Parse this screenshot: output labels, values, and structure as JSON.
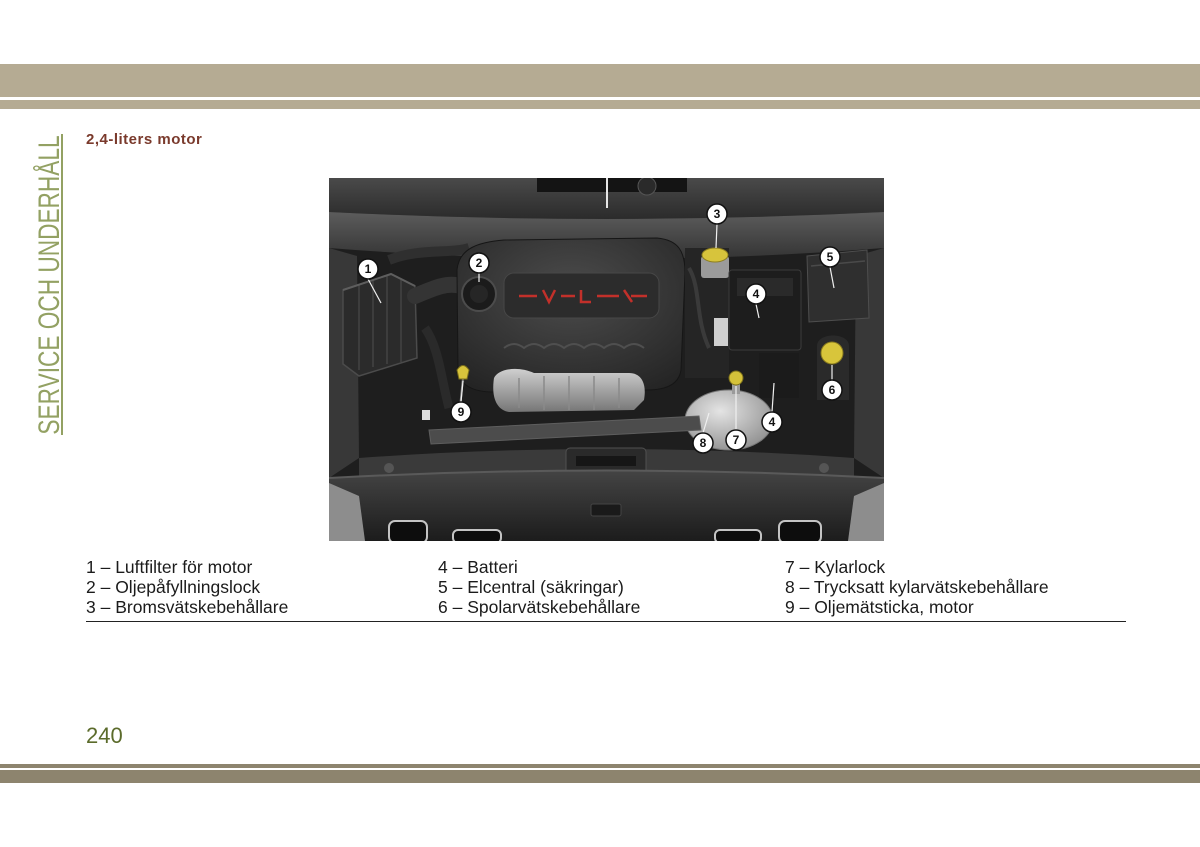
{
  "side_title": "SERVICE OCH UNDERHÅLL",
  "heading": "2,4-liters motor",
  "figure": {
    "callouts": [
      "1",
      "2",
      "3",
      "4",
      "5",
      "6",
      "7",
      "8",
      "9",
      "4"
    ]
  },
  "legend": {
    "items": [
      "1 – Luftfilter för motor",
      "2 – Oljepåfyllningslock",
      "3 – Bromsvätskebehållare",
      "4 – Batteri",
      "5 – Elcentral (säkringar)",
      "6 – Spolarvätskebehållare",
      "7 – Kylarlock",
      "8 – Trycksatt kylarvätskebehållare",
      "9 – Oljemätsticka, motor"
    ]
  },
  "page_number": "240",
  "colors": {
    "header_band": "#b5ab93",
    "footer_band": "#8d846e",
    "side_title": "#93a163",
    "heading": "#7a3a2c",
    "page_number": "#5b6b2b",
    "callout_fill": "#ffffff",
    "fluid_caps": "#d7c43c"
  }
}
